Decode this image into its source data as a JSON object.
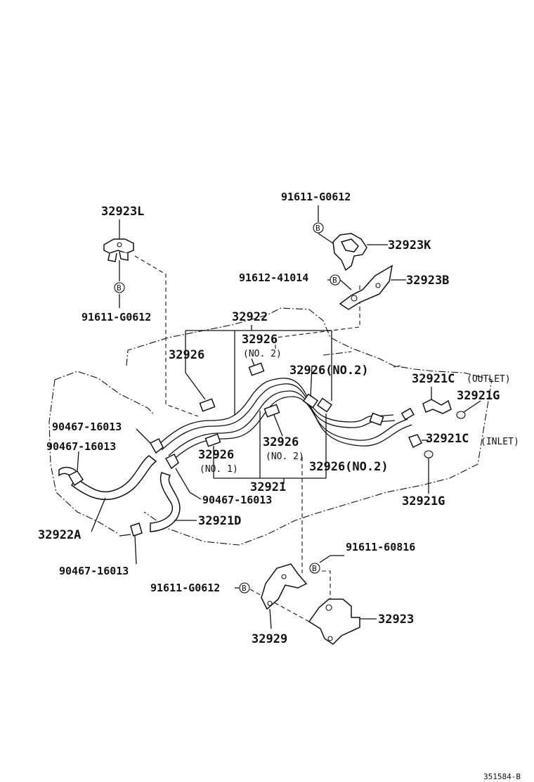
{
  "labels": {
    "p32923L": "32923L",
    "p91611_G0612_left": "91611-G0612",
    "p91611_G0612_top": "91611-G0612",
    "p32923K": "32923K",
    "p91612_41014": "91612-41014",
    "p32923B": "32923B",
    "p32922": "32922",
    "p32926_a": "32926",
    "p32926_b": "32926",
    "no2_b": "(NO. 2)",
    "p32926_no2_c": "32926(NO.2)",
    "p32921C_outlet": "32921C",
    "outlet": "(OUTLET)",
    "p32921G_top": "32921G",
    "p90467_16013_a": "90467-16013",
    "p90467_16013_b": "90467-16013",
    "p32921C_inlet": "32921C",
    "inlet": "(INLET)",
    "p32926_no1": "32926",
    "no1": "(NO. 1)",
    "p32926_d": "32926",
    "no2_d": "(NO. 2)",
    "p32926_no2_e": "32926(NO.2)",
    "p32921": "32921",
    "p90467_16013_c": "90467-16013",
    "p32921G_bot": "32921G",
    "p32922A": "32922A",
    "p32921D": "32921D",
    "p91611_60816": "91611-60816",
    "p90467_16013_d": "90467-16013",
    "p91611_G0612_bot": "91611-G0612",
    "p32923": "32923",
    "p32929": "32929",
    "circle_b": "B",
    "figure_code": "351584-B"
  },
  "icons": {
    "bolt_marker": "circle-b-icon",
    "bracket": "bracket-icon",
    "hose_clamp": "clamp-icon",
    "union_fitting": "fitting-icon",
    "gasket": "gasket-icon"
  },
  "colors": {
    "ink": "#111111",
    "paper": "#ffffff"
  }
}
